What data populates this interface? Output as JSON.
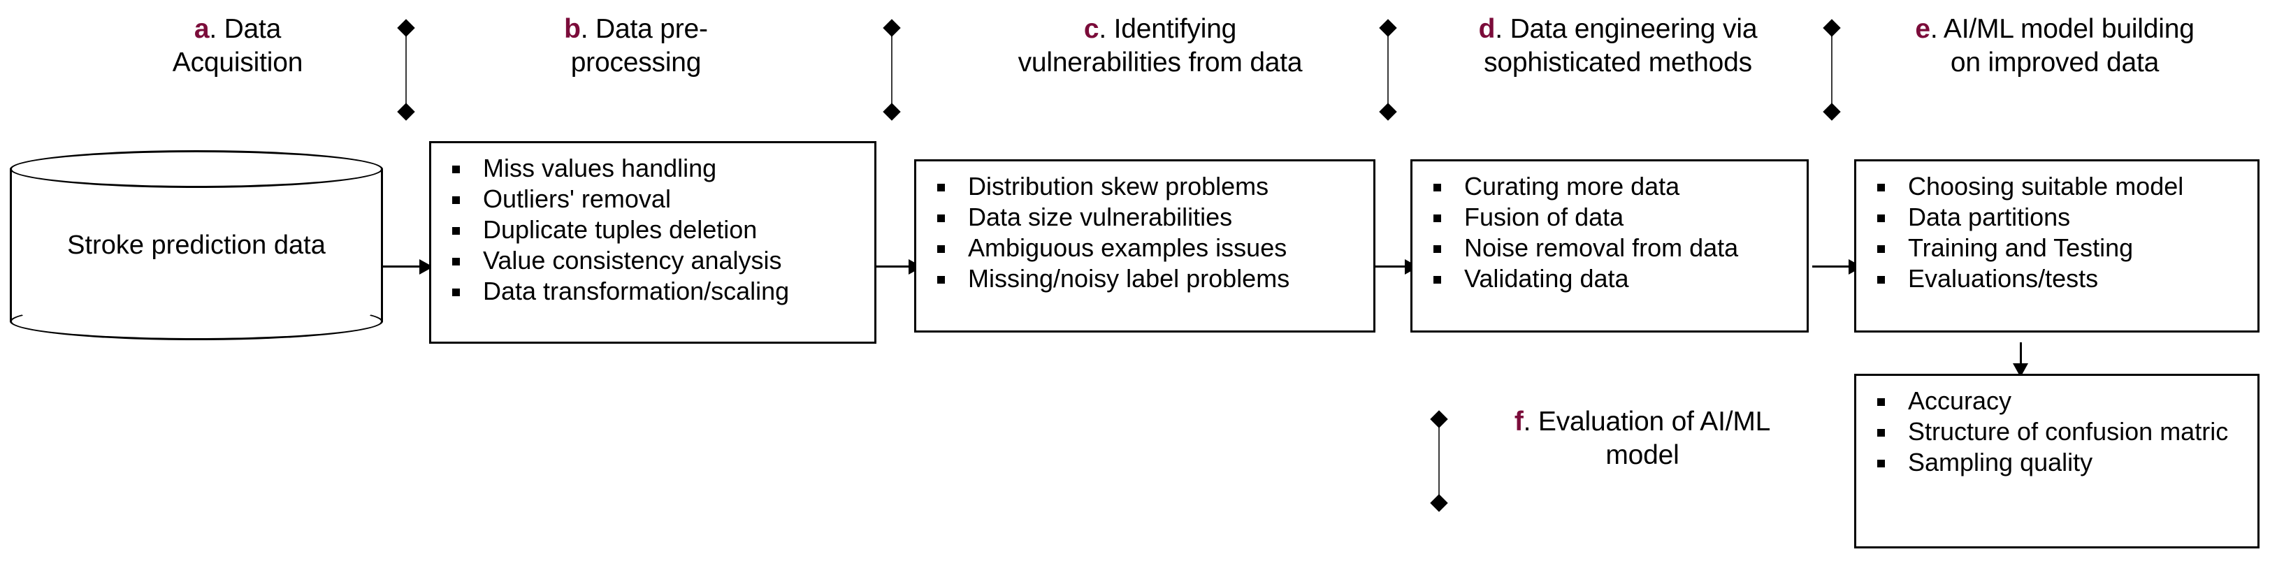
{
  "diagram": {
    "title": "AI/ML pipeline for stroke prediction data",
    "accent_color": "#7b0c3a",
    "line_color": "#000000"
  },
  "source": {
    "label": "Stroke prediction data"
  },
  "stages": [
    {
      "key": "a",
      "marker": "a",
      "heading_line1": ". Data",
      "heading_line2": "Acquisition",
      "items": []
    },
    {
      "key": "b",
      "marker": "b",
      "heading_line1": ". Data pre-",
      "heading_line2": "processing",
      "items": [
        "Miss values handling",
        "Outliers' removal",
        "Duplicate  tuples deletion",
        "Value  consistency analysis",
        "Data transformation/scaling"
      ]
    },
    {
      "key": "c",
      "marker": "c",
      "heading_line1": ". Identifying",
      "heading_line2": "vulnerabilities from data",
      "items": [
        "Distribution skew problems",
        "Data size vulnerabilities",
        "Ambiguous  examples  issues",
        "Missing/noisy label problems"
      ]
    },
    {
      "key": "d",
      "marker": "d",
      "heading_line1": ". Data engineering via",
      "heading_line2": "sophisticated methods",
      "items": [
        "Curating  more data",
        "Fusion  of data",
        "Noise removal from data",
        "Validating  data"
      ]
    },
    {
      "key": "e",
      "marker": "e",
      "heading_line1": ". AI/ML model building",
      "heading_line2": "on improved data",
      "items": [
        "Choosing  suitable model",
        "Data partitions",
        "Training  and  Testing",
        "Evaluations/tests"
      ]
    },
    {
      "key": "f",
      "marker": "f",
      "heading_line1": ". Evaluation of AI/ML",
      "heading_line2": "model",
      "items": [
        "Accuracy",
        "Structure    of    confusion matric",
        "Sampling  quality"
      ]
    }
  ]
}
